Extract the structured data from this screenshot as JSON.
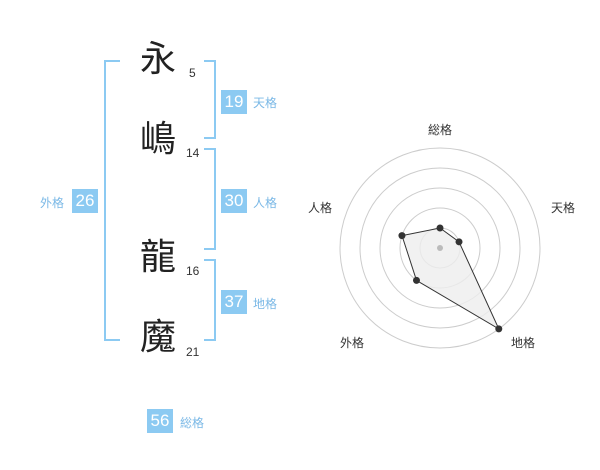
{
  "characters": [
    {
      "char": "永",
      "strokes": "5"
    },
    {
      "char": "嶋",
      "strokes": "14"
    },
    {
      "char": "龍",
      "strokes": "16"
    },
    {
      "char": "魔",
      "strokes": "21"
    }
  ],
  "fortunes": {
    "tenkaku": {
      "value": "19",
      "label": "天格"
    },
    "jinkaku": {
      "value": "30",
      "label": "人格"
    },
    "chikaku": {
      "value": "37",
      "label": "地格"
    },
    "gaikaku": {
      "value": "26",
      "label": "外格"
    },
    "soukaku": {
      "value": "56",
      "label": "総格"
    }
  },
  "chart_data": {
    "type": "radar",
    "axes": [
      "総格",
      "天格",
      "地格",
      "外格",
      "人格"
    ],
    "values": [
      1,
      1,
      5,
      2,
      2
    ],
    "max": 5,
    "rings": 5,
    "colors": {
      "fill": "#eeeeee",
      "stroke": "#333333",
      "ring": "#cccccc",
      "point": "#333333",
      "center": "#bbbbbb"
    }
  }
}
